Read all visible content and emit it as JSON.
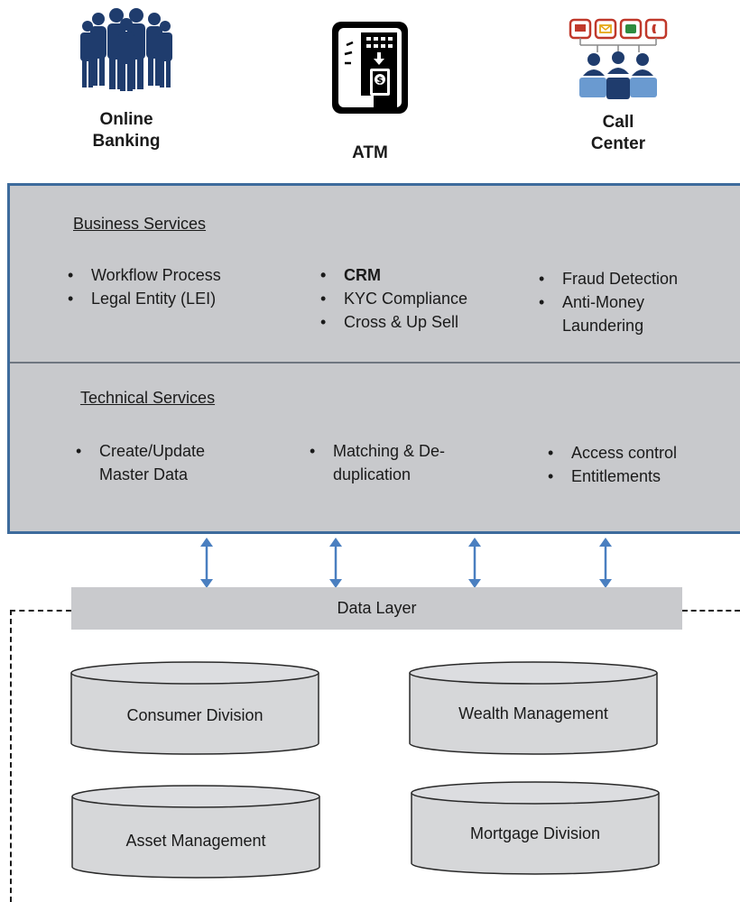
{
  "channels": {
    "online": {
      "label": "Online\nBanking",
      "icon": "people-group-icon"
    },
    "atm": {
      "label": "ATM",
      "icon": "atm-machine-icon"
    },
    "call_center": {
      "label": "Call\nCenter",
      "icon": "call-center-icon"
    }
  },
  "business_services": {
    "title": "Business Services",
    "col1": [
      "Workflow  Process",
      "Legal Entity (LEI)"
    ],
    "col2": [
      "CRM",
      "KYC Compliance",
      "Cross  & Up Sell"
    ],
    "col3": [
      "Fraud  Detection",
      "Anti-Money\nLaundering"
    ]
  },
  "technical_services": {
    "title": "Technical Services",
    "col1": [
      "Create/Update\nMaster Data"
    ],
    "col2": [
      "Matching  & De-\nduplication"
    ],
    "col3": [
      "Access control",
      "Entitlements"
    ]
  },
  "data_layer": {
    "label": "Data Layer"
  },
  "databases": {
    "consumer": "Consumer Division",
    "wealth": "Wealth  Management",
    "asset": "Asset  Management",
    "mortgage": "Mortgage  Division"
  },
  "colors": {
    "panel_fill": "#c8c9cc",
    "panel_border": "#3d6b9c",
    "arrow": "#4a7fc0",
    "icon_navy": "#1f3c6d",
    "icon_blue": "#6a9ad0",
    "cylinder_fill": "#d6d7d9",
    "cylinder_stroke": "#2a2a2a"
  }
}
